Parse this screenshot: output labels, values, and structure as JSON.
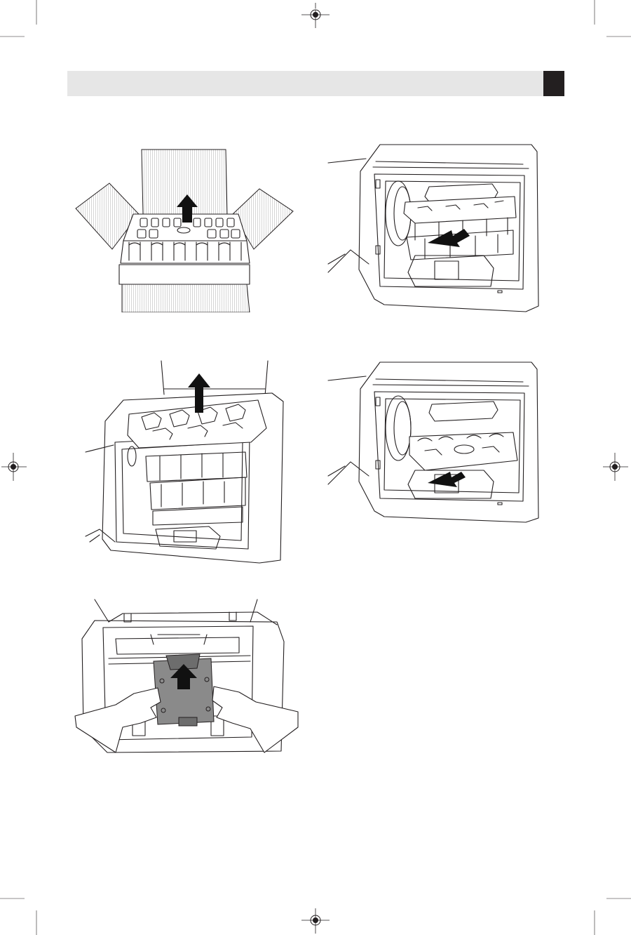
{
  "header": {
    "bar_label": "",
    "tab_label": ""
  },
  "colors": {
    "header_bar": "#e6e6e6",
    "header_tab": "#231f20",
    "line_art": "#231f20",
    "arrow": "#111111",
    "build_plate": "#8a8a8a"
  },
  "figures": [
    {
      "id": "unbox-lift-tray",
      "arrow": "up"
    },
    {
      "id": "printer-remove-top-foam",
      "arrow": "up"
    },
    {
      "id": "printer-lift-build-plate",
      "arrow": "up"
    },
    {
      "id": "printer-pull-upper-tray",
      "arrow": "down-left"
    },
    {
      "id": "printer-pull-lower-tray",
      "arrow": "down-left"
    }
  ],
  "icons": {
    "registration_mark": "crosshair-target-icon",
    "crop_mark": "crop-line"
  }
}
